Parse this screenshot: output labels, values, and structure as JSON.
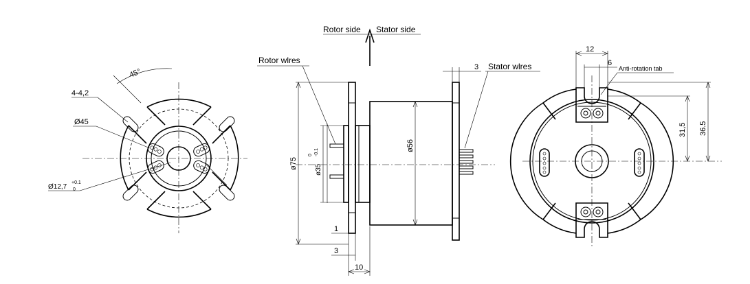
{
  "direction": {
    "rotor_side": "Rotor side",
    "stator_side": "Stator  side"
  },
  "labels": {
    "rotor_wires": "Rotor wlres",
    "stator_wires": "Stator wlres",
    "anti_rotation_tab": "Anti-rotation tab"
  },
  "dims": {
    "angle": "45°",
    "holes": "4-4,2",
    "d45": "Ø45",
    "d12_7": "Ø12,7",
    "d12_7_tol_upper": "+0.1",
    "d12_7_tol_lower": "0",
    "d75": "ø75",
    "d35": "ø35",
    "d35_tol_upper": "0",
    "d35_tol_lower": "-0.1",
    "d56": "ø56",
    "t1": "1",
    "t3_bottom": "3",
    "t10": "10",
    "t3_top": "3",
    "w12": "12",
    "w6": "6",
    "h31_5": "31,5",
    "h36_5": "36.5"
  },
  "colors": {
    "line": "#000000",
    "background": "#ffffff"
  }
}
